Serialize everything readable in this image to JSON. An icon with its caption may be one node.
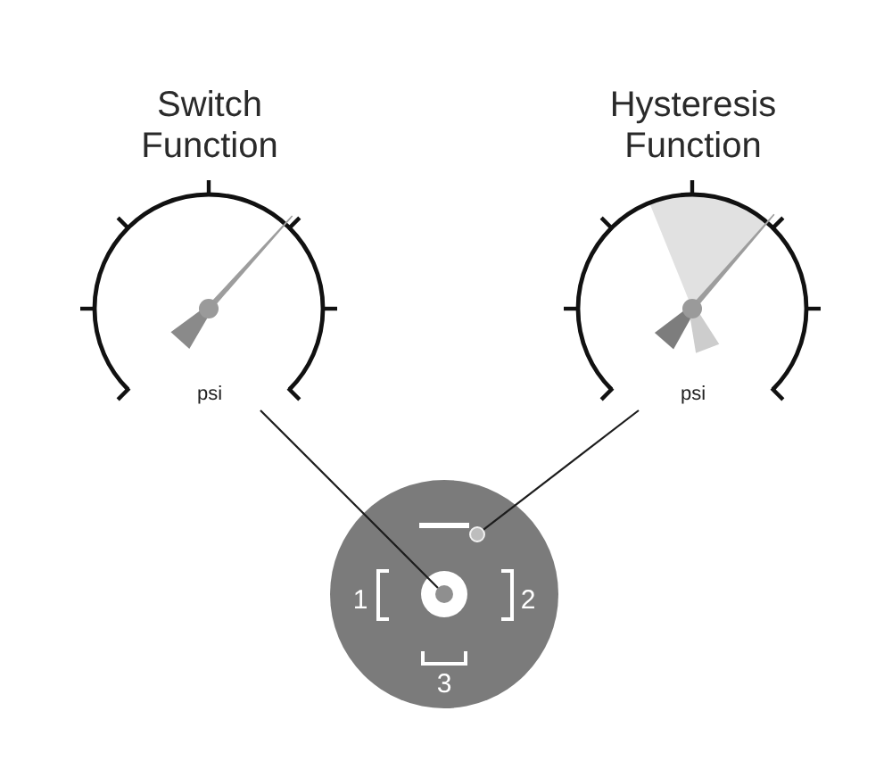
{
  "diagram": {
    "nodes": [
      {
        "text": [
          "Switch Function",
          "psi"
        ]
      },
      {
        "text": [
          "Hysteresis Function",
          "psi"
        ]
      },
      {
        "text": [],
        "shape": "circle"
      },
      {
        "text": [],
        "shape": "circle",
        "in": 2
      },
      {
        "text": [],
        "shape": "circle",
        "in": 2
      }
    ],
    "edges": [
      {
        "from": 0,
        "to": 3,
        "arrow": "none"
      },
      {
        "from": 1,
        "to": 4,
        "arrow": "none"
      }
    ],
    "labels": [
      "1",
      "2",
      "3"
    ]
  }
}
